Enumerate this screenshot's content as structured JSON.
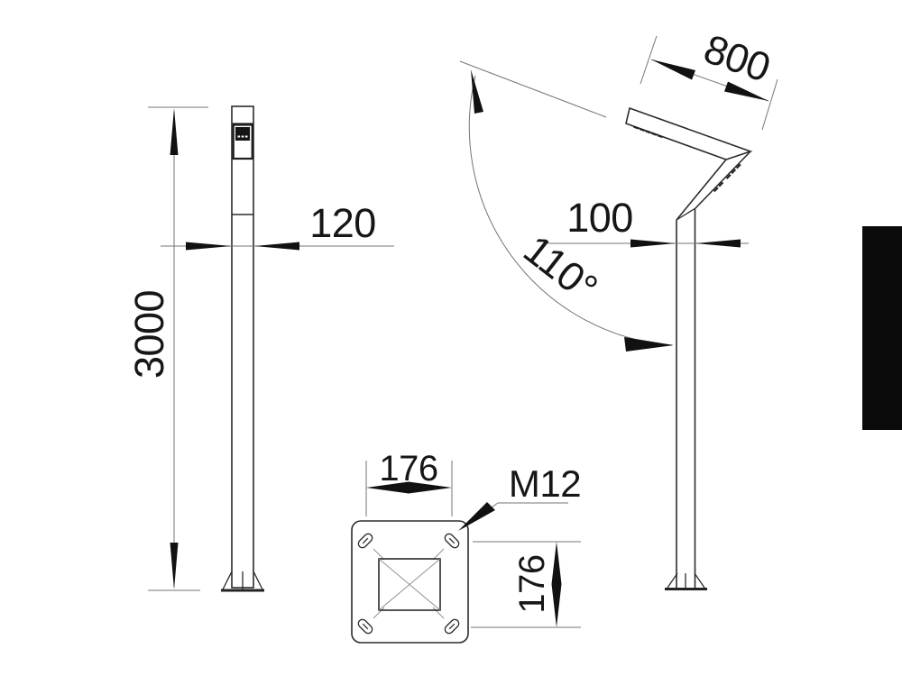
{
  "drawing": {
    "type": "technical-drawing",
    "subject": "street light pole with angled lamp arm, three dimensioned views",
    "colors": {
      "background": "#ffffff",
      "object_line": "#2b2b2b",
      "thin_line": "#757575",
      "text": "#161616",
      "accent_bar": "#0a0a0a"
    },
    "front_view": {
      "height_dim": "3000",
      "width_dim": "120"
    },
    "side_view": {
      "arm_length_dim": "800",
      "pole_width_dim": "100",
      "arm_angle_dim": "110°"
    },
    "base_plate_view": {
      "bolt_label": "M12",
      "spacing_x_dim": "176",
      "spacing_y_dim": "176"
    }
  }
}
